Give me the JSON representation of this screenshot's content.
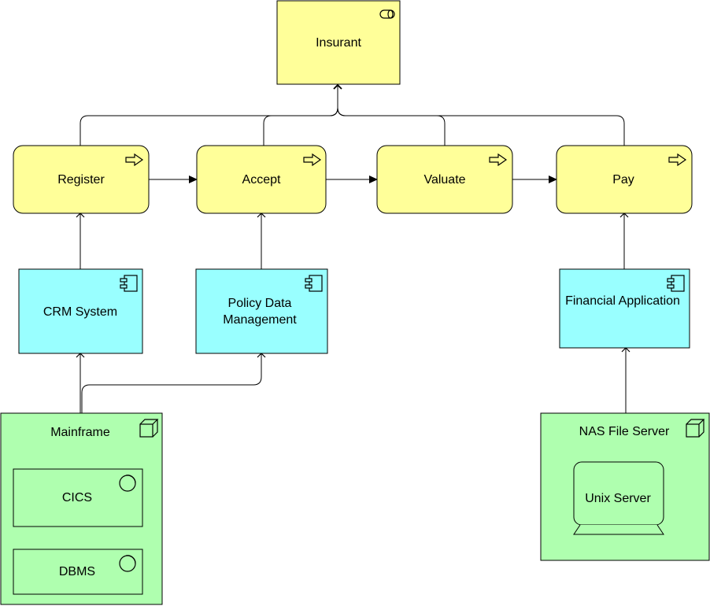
{
  "diagram": {
    "actor": {
      "label": "Insurant",
      "color": "#ffff99",
      "icon": "role-icon"
    },
    "processes": [
      {
        "id": "register",
        "label": "Register",
        "color": "#ffff99",
        "icon": "process-arrow-icon"
      },
      {
        "id": "accept",
        "label": "Accept",
        "color": "#ffff99",
        "icon": "process-arrow-icon"
      },
      {
        "id": "valuate",
        "label": "Valuate",
        "color": "#ffff99",
        "icon": "process-arrow-icon"
      },
      {
        "id": "pay",
        "label": "Pay",
        "color": "#ffff99",
        "icon": "process-arrow-icon"
      }
    ],
    "applications": [
      {
        "id": "crm",
        "label": "CRM System",
        "color": "#99ffff",
        "icon": "component-icon"
      },
      {
        "id": "policy",
        "label_line1": "Policy Data",
        "label_line2": "Management",
        "color": "#99ffff",
        "icon": "component-icon"
      },
      {
        "id": "financial",
        "label": "Financial Application",
        "color": "#99ffff",
        "icon": "component-icon"
      }
    ],
    "nodes": [
      {
        "id": "mainframe",
        "label": "Mainframe",
        "color": "#afffaf",
        "icon": "node-cube-icon",
        "children": [
          {
            "id": "cics",
            "label": "CICS",
            "icon": "system-software-icon"
          },
          {
            "id": "dbms",
            "label": "DBMS",
            "icon": "system-software-icon"
          }
        ]
      },
      {
        "id": "nas",
        "label": "NAS File Server",
        "color": "#afffaf",
        "icon": "node-cube-icon",
        "children": [
          {
            "id": "unix",
            "label": "Unix Server",
            "icon": "device-icon"
          }
        ]
      }
    ]
  }
}
